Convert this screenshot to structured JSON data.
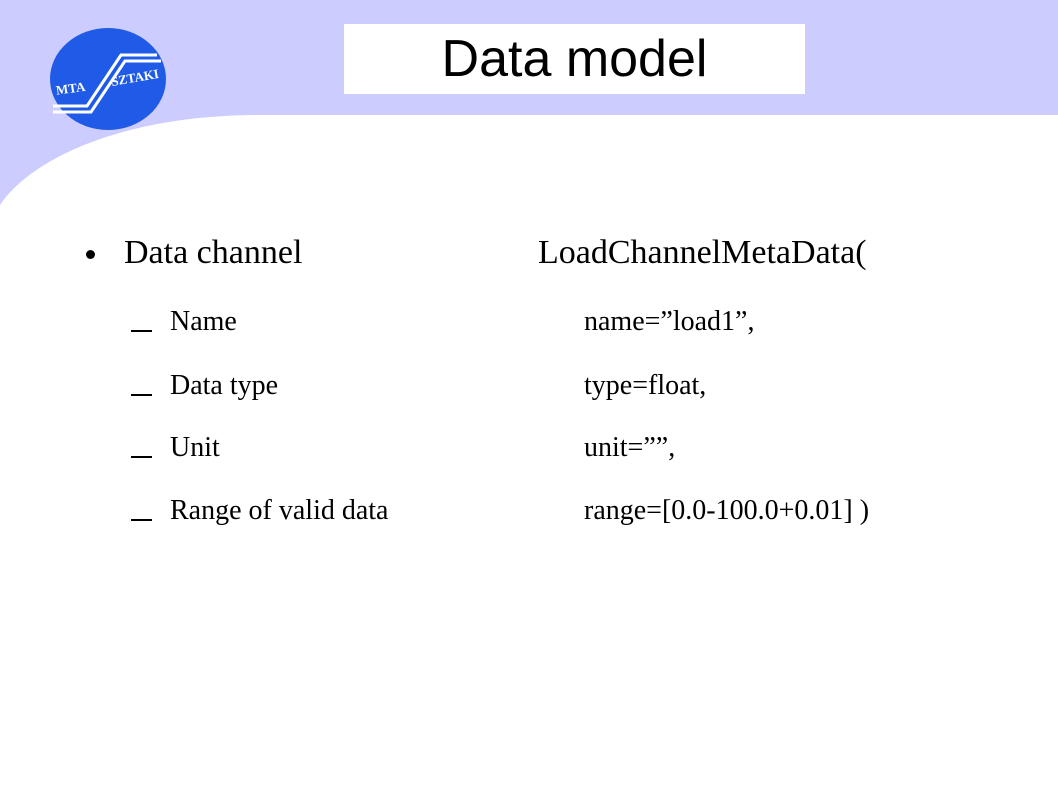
{
  "slide": {
    "title": "Data model",
    "logo": {
      "left_text": "MTA",
      "right_text": "SZTAKI",
      "color": "#1f5be6"
    },
    "background_accent_color": "#ccccff",
    "main_item": {
      "label": "Data channel",
      "icon": "bullet-dot-icon"
    },
    "sub_items": [
      {
        "label": "Name",
        "icon": "dash-icon"
      },
      {
        "label": "Data type",
        "icon": "dash-icon"
      },
      {
        "label": "Unit",
        "icon": "dash-icon"
      },
      {
        "label": "Range of valid data",
        "icon": "dash-icon"
      }
    ],
    "code": {
      "header": "LoadChannelMetaData(",
      "lines": [
        "name=”load1”,",
        "type=float,",
        "unit=””,",
        "range=[0.0-100.0+0.01] )"
      ]
    }
  }
}
